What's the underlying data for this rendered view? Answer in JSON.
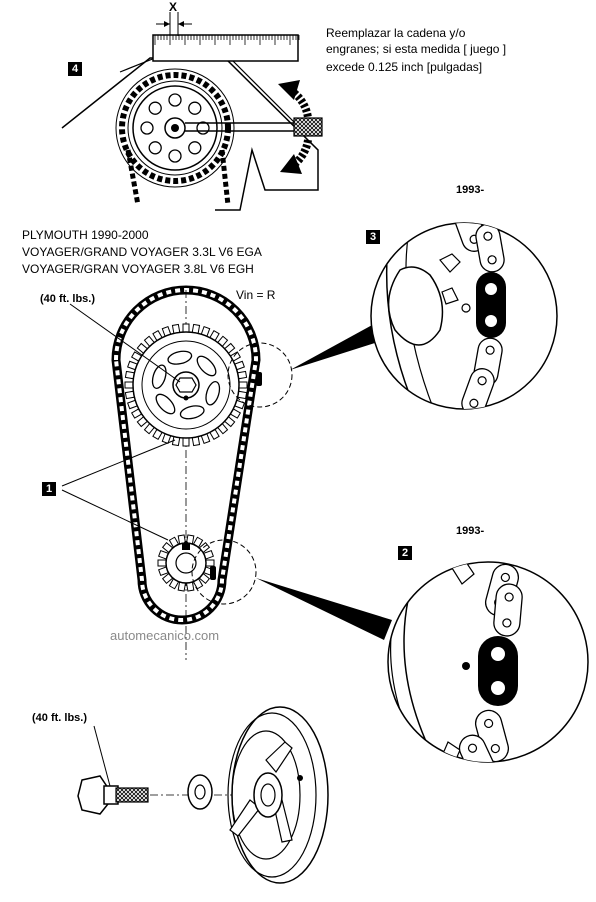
{
  "note": {
    "line1": "Reemplazar la cadena y/o",
    "line2": "engranes; si esta medida [ juego ]",
    "line3": "excede  0.125 inch [pulgadas]"
  },
  "measure_label": "X",
  "callouts": {
    "c1": "1",
    "c2": "2",
    "c3": "3",
    "c4": "4"
  },
  "vehicle": {
    "line1": "PLYMOUTH 1990-2000",
    "line2": "VOYAGER/GRAND VOYAGER  3.3L  V6 EGA",
    "line3": "VOYAGER/GRAN VOYAGER 3.8L V6 EGH"
  },
  "torque_top": "(40 ft. lbs.)",
  "torque_bottom": "(40 ft. lbs.)",
  "vin": "Vin = R",
  "year_top": "1993-",
  "year_bottom": "1993-",
  "watermark": "automecanico.com"
}
